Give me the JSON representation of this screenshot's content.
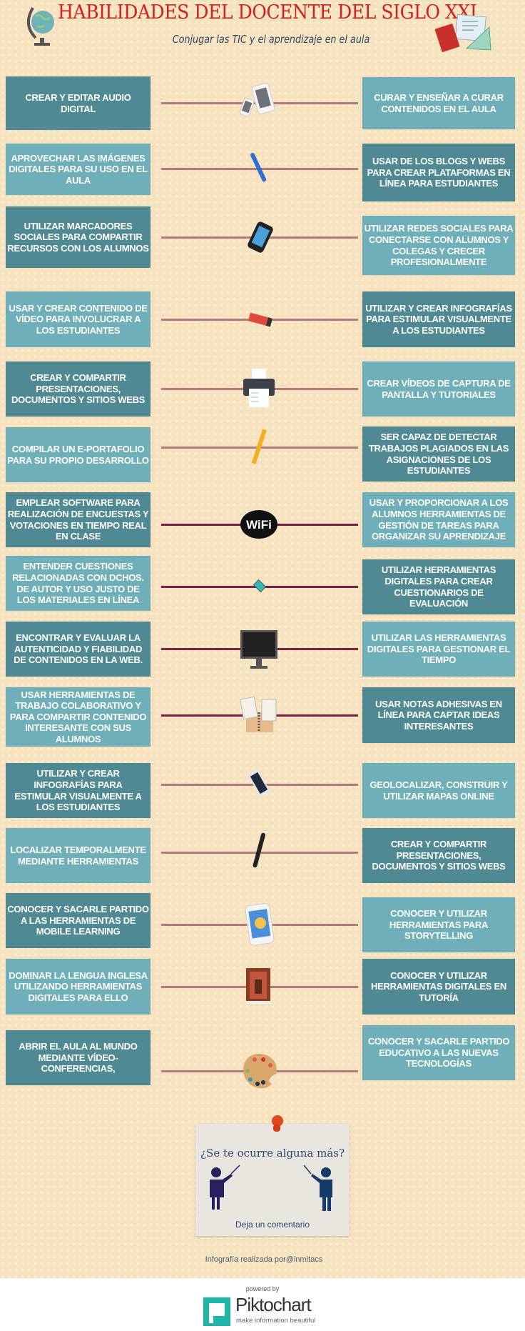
{
  "header": {
    "title": "HABILIDADES DEL DOCENTE DEL SIGLO XXI",
    "subtitle": "Conjugar las TIC y el aprendizaje en el aula"
  },
  "rows": [
    {
      "left": "CREAR Y EDITAR AUDIO DIGITAL",
      "right": "CURAR Y ENSEÑAR A CURAR CONTENIDOS EN EL AULA",
      "icon": "tablet-phone-icon"
    },
    {
      "left": "APROVECHAR LAS IMÁGENES DIGITALES PARA SU USO EN EL AULA",
      "right": "USAR DE LOS BLOGS Y WEBS PARA CREAR PLATAFORMAS EN LÍNEA PARA ESTUDIANTES",
      "icon": "pen-icon"
    },
    {
      "left": "UTILIZAR MARCADORES SOCIALES PARA COMPARTIR RECURSOS CON LOS ALUMNOS",
      "right": "UTILIZAR REDES SOCIALES PARA CONECTARSE CON ALUMNOS Y COLEGAS Y CRECER PROFESIONALMENTE",
      "icon": "smartphone-icon"
    },
    {
      "left": "USAR Y CREAR CONTENIDO DE VÍDEO PARA INVOLUCRAR A LOS ESTUDIANTES",
      "right": "UTILIZAR Y CREAR INFOGRAFÍAS PARA ESTIMULAR VISUALMENTE A LOS ESTUDIANTES",
      "icon": "marker-icon"
    },
    {
      "left": "CREAR Y COMPARTIR PRESENTACIONES, DOCUMENTOS Y SITIOS WEBS",
      "right": "CREAR VÍDEOS DE CAPTURA DE PANTALLA Y TUTORIALES",
      "icon": "printer-icon"
    },
    {
      "left": "COMPILAR UN E-PORTAFOLIO PARA SU PROPIO DESARROLLO",
      "right": "SER CAPAZ DE DETECTAR TRABAJOS PLAGIADOS EN LAS ASIGNACIONES DE LOS ESTUDIANTES",
      "icon": "pencil-icon"
    },
    {
      "left": "EMPLEAR SOFTWARE PARA REALIZACIÓN DE ENCUESTAS Y VOTACIONES EN TIEMPO REAL EN CLASE",
      "right": "USAR Y PROPORCIONAR A LOS ALUMNOS HERRAMIENTAS DE GESTIÓN DE TAREAS PARA ORGANIZAR SU APRENDIZAJE",
      "icon": "wifi-icon",
      "icon_text": "WiFi"
    },
    {
      "left": "ENTENDER CUESTIONES RELACIONADAS CON DCHOS. DE AUTOR Y USO JUSTO DE LOS MATERIALES EN LÍNEA",
      "right": "UTILIZAR HERRAMIENTAS DIGITALES PARA CREAR CUESTIONARIOS DE EVALUACIÓN",
      "icon": "usb-drive-icon"
    },
    {
      "left": "ENCONTRAR Y EVALUAR LA AUTENTICIDAD Y FIABILIDAD DE CONTENIDOS EN LA WEB.",
      "right": "UTILIZAR LAS HERRAMIENTAS DIGITALES PARA GESTIONAR EL TIEMPO",
      "icon": "monitor-icon"
    },
    {
      "left": "USAR HERRAMIENTAS DE TRABAJO COLABORATIVO Y PARA COMPARTIR CONTENIDO INTERESANTE CON SUS ALUMNOS",
      "right": "USAR NOTAS ADHESIVAS EN LÍNEA PARA CAPTAR IDEAS INTERESANTES",
      "icon": "notebook-icon"
    },
    {
      "left": "UTILIZAR Y CREAR INFOGRAFÍAS PARA ESTIMULAR VISUALMENTE A LOS ESTUDIANTES",
      "right": "GEOLOCALIZAR, CONSTRUIR Y UTILIZAR MAPAS ONLINE",
      "icon": "mobile-phone-icon"
    },
    {
      "left": "LOCALIZAR TEMPORALMENTE MEDIANTE HERRAMIENTAS",
      "right": "CREAR Y COMPARTIR PRESENTACIONES, DOCUMENTOS Y SITIOS WEBS",
      "icon": "fountain-pen-icon"
    },
    {
      "left": "CONOCER Y SACARLE PARTIDO A LAS HERRAMIENTAS DE MOBILE LEARNING",
      "right": "CONOCER Y UTILIZAR HERRAMIENTAS PARA STORYTELLING",
      "icon": "chat-phone-icon"
    },
    {
      "left": "DOMINAR LA LENGUA INGLESA UTILIZANDO HERRAMIENTAS DIGITALES PARA ELLO",
      "right": "CONOCER Y UTILIZAR HERRAMIENTAS DIGITALES EN TUTORÍA",
      "icon": "book-icon"
    },
    {
      "left": "ABRIR EL AULA AL MUNDO MEDIANTE VÍDEO-CONFERENCIAS,",
      "right": "CONOCER Y SACARLE PARTIDO EDUCATIVO A LAS NUEVAS TECNOLOGÍAS",
      "icon": "palette-icon"
    }
  ],
  "note": {
    "question": "¿Se te ocurre alguna más?",
    "cta": "Deja un comentario"
  },
  "credit": "Infografía realizada por@inmitacs",
  "footer": {
    "powered_by": "powered by",
    "brand": "Piktochart",
    "tagline": "make information beautiful"
  },
  "colors": {
    "dark_box": "#4f8a94",
    "light_box": "#6eafba",
    "title": "#d21f1f",
    "line_light": "#b27a7e",
    "line_dark": "#7a1f45"
  }
}
